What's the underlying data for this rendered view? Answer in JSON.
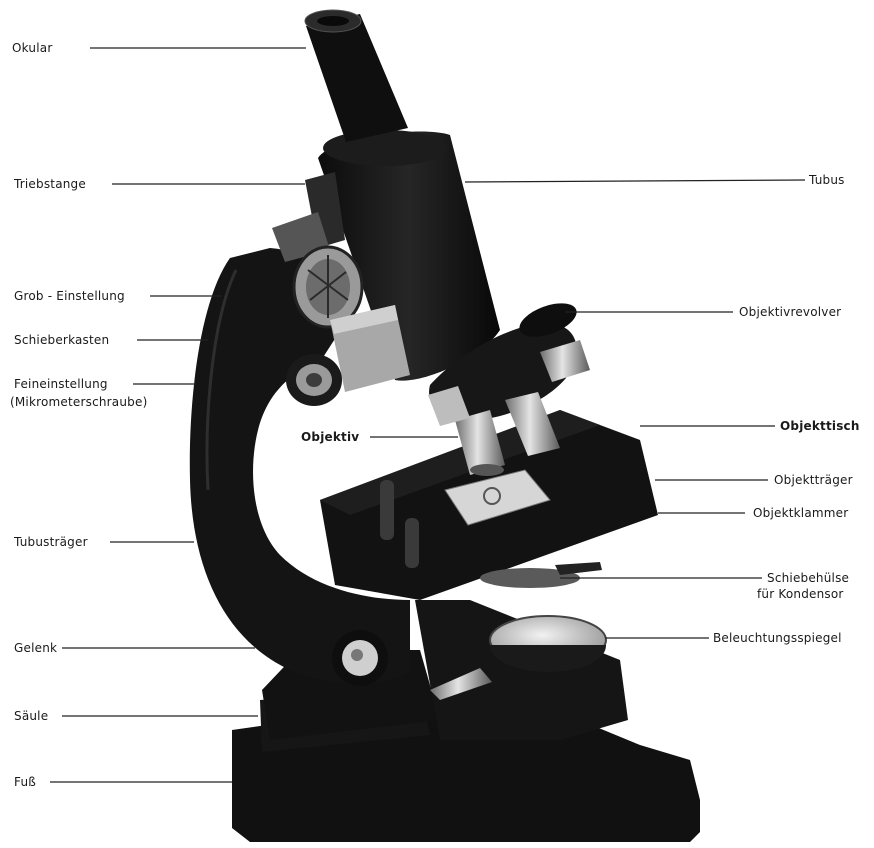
{
  "labels_left": {
    "okular": "Okular",
    "triebstange": "Triebstange",
    "grob_einstellung": "Grob - Einstellung",
    "schieberkasten": "Schieberkasten",
    "feineinstellung": "Feineinstellung",
    "mikrometerschraube": "(Mikrometerschraube)",
    "tubustraeger": "Tubusträger",
    "gelenk": "Gelenk",
    "saeule": "Säule",
    "fuss": "Fuß"
  },
  "labels_center": {
    "objektiv": "Objektiv"
  },
  "labels_right": {
    "tubus": "Tubus",
    "objektivrevolver": "Objektivrevolver",
    "objekttisch": "Objekttisch",
    "objekttraeger": "Objektträger",
    "objektklammer": "Objektklammer",
    "schiebehuelse_1": "Schiebehülse",
    "schiebehuelse_2": "für Kondensor",
    "beleuchtungsspiegel": "Beleuchtungsspiegel"
  },
  "colors": {
    "body": "#141414",
    "body_dark": "#0a0a0a",
    "metal": "#d8d8d8",
    "metal_dark": "#8a8a8a",
    "leader": "#222222",
    "background": "#ffffff"
  }
}
